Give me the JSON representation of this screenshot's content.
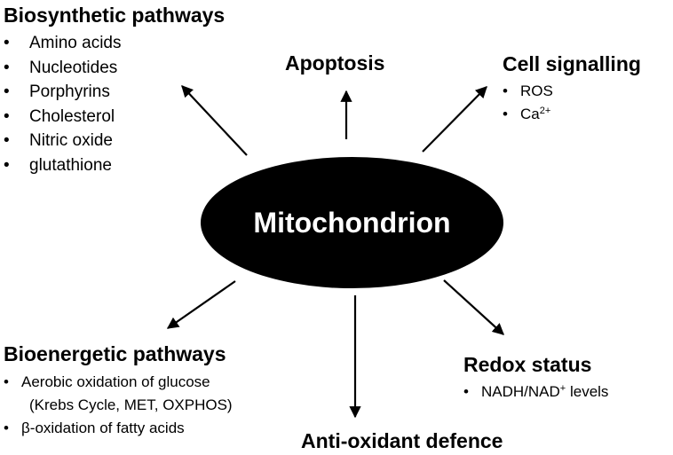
{
  "center": {
    "label": "Mitochondrion"
  },
  "biosynthetic": {
    "title": "Biosynthetic pathways",
    "items": [
      "Amino acids",
      "Nucleotides",
      "Porphyrins",
      "Cholesterol",
      "Nitric oxide",
      "glutathione"
    ]
  },
  "apoptosis": {
    "title": "Apoptosis"
  },
  "cell_signalling": {
    "title": "Cell signalling",
    "items": [
      {
        "text": "ROS",
        "sup": ""
      },
      {
        "text": "Ca",
        "sup": "2+"
      }
    ]
  },
  "bioenergetic": {
    "title": "Bioenergetic pathways",
    "items": [
      "Aerobic oxidation of glucose",
      "(Krebs Cycle, MET, OXPHOS)",
      "β-oxidation of fatty acids"
    ]
  },
  "redox": {
    "title": "Redox status",
    "item": {
      "pre": "NADH/NAD",
      "sup": "+",
      "post": " levels"
    }
  },
  "antioxidant": {
    "title": "Anti-oxidant defence"
  },
  "bullet": "•",
  "colors": {
    "ellipse": "#000000",
    "arrow": "#000000",
    "center_text": "#ffffff"
  }
}
